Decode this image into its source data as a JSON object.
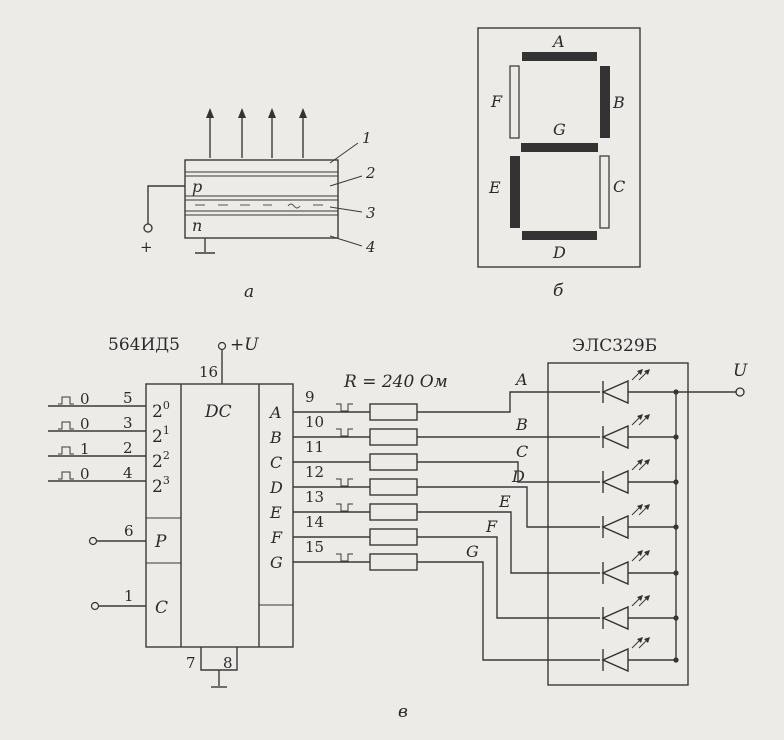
{
  "fig_a": {
    "caption": "а",
    "layer_labels": [
      "1",
      "2",
      "3",
      "4"
    ],
    "p_label": "p",
    "n_label": "n",
    "plus_label": "+"
  },
  "fig_b": {
    "caption": "б",
    "segments": {
      "A": "A",
      "B": "B",
      "C": "C",
      "D": "D",
      "E": "E",
      "F": "F",
      "G": "G"
    }
  },
  "fig_c": {
    "caption": "в",
    "decoder_name": "564ИД5",
    "decoder_label": "DC",
    "supply_label": "+U",
    "supply_pin": "16",
    "gnd_pins": [
      "7",
      "8"
    ],
    "inputs": [
      {
        "pin": "5",
        "weight": "2",
        "exp": "0",
        "level": "0"
      },
      {
        "pin": "3",
        "weight": "2",
        "exp": "1",
        "level": "0"
      },
      {
        "pin": "2",
        "weight": "2",
        "exp": "2",
        "level": "1"
      },
      {
        "pin": "4",
        "weight": "2",
        "exp": "3",
        "level": "0"
      }
    ],
    "p_pin": {
      "pin": "6",
      "label": "P"
    },
    "c_pin": {
      "pin": "1",
      "label": "C"
    },
    "outputs": [
      {
        "letter": "A",
        "pin": "9"
      },
      {
        "letter": "B",
        "pin": "10"
      },
      {
        "letter": "C",
        "pin": "11"
      },
      {
        "letter": "D",
        "pin": "12"
      },
      {
        "letter": "E",
        "pin": "13"
      },
      {
        "letter": "F",
        "pin": "14"
      },
      {
        "letter": "G",
        "pin": "15"
      }
    ],
    "resistor_label": "R = 240 Ом",
    "display_name": "ЭЛС329Б",
    "display_supply": "U",
    "led_labels": [
      "A",
      "B",
      "C",
      "D",
      "E",
      "F",
      "G"
    ]
  }
}
